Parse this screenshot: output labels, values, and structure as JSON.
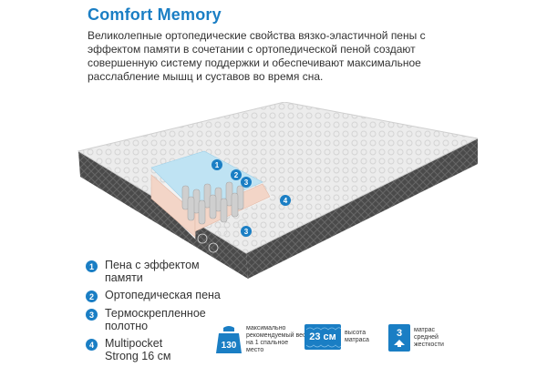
{
  "header": {
    "title": "Comfort Memory",
    "description": "Великолепные ортопедические свойства вязко-эластичной пены с эффектом памяти в сочетании с ортопедической пеной создают совершенную систему поддержки и обеспечивают максимальное расслабление мышц и суставов во время сна."
  },
  "diagram": {
    "markers": [
      "1",
      "2",
      "3",
      "4",
      "3"
    ]
  },
  "legend": {
    "items": [
      {
        "num": "1",
        "text": "Пена с эффектом памяти"
      },
      {
        "num": "2",
        "text": "Ортопедическая пена"
      },
      {
        "num": "3",
        "text": "Термоскрепленное полотно"
      },
      {
        "num": "4",
        "text": "Multipocket Strong 16 см"
      }
    ]
  },
  "specs": {
    "weight": {
      "value": "130",
      "text": "максимально рекомендуемый вес на 1 спальное место",
      "icon": "weight-icon"
    },
    "height": {
      "value": "23 см",
      "text": "высота матраса",
      "icon": "height-icon"
    },
    "firmness": {
      "value": "3",
      "text": "матрас средней жесткости",
      "icon": "firmness-icon"
    }
  },
  "colors": {
    "accent": "#1a7ec4",
    "memory_foam": "#bfe3f3",
    "ortho_foam": "#f3d5c7",
    "fabric_top": "#ececec",
    "side_border": "#4a4a4a"
  }
}
